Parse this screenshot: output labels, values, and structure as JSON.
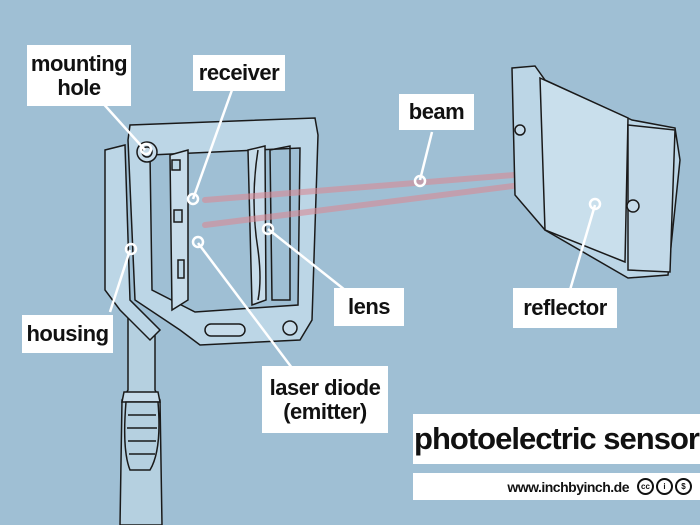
{
  "title": "photoelectric sensor",
  "footer": {
    "url": "www.inchbyinch.de",
    "license_icons": [
      "cc-icon",
      "by-attribution-icon",
      "nc-noncommercial-icon"
    ],
    "license_glyphs": [
      "cc",
      "i",
      "$"
    ]
  },
  "labels": {
    "mounting_hole": [
      "mounting",
      "hole"
    ],
    "receiver": "receiver",
    "beam": "beam",
    "housing": "housing",
    "lens": "lens",
    "laser_diode": [
      "laser diode",
      "(emitter)"
    ],
    "reflector": "reflector"
  },
  "colors": {
    "background": "#9fbfd4",
    "device_fill": "#b9d4e4",
    "outline": "#1a1a1a",
    "beam": "#d98a96",
    "leader": "#ffffff"
  }
}
